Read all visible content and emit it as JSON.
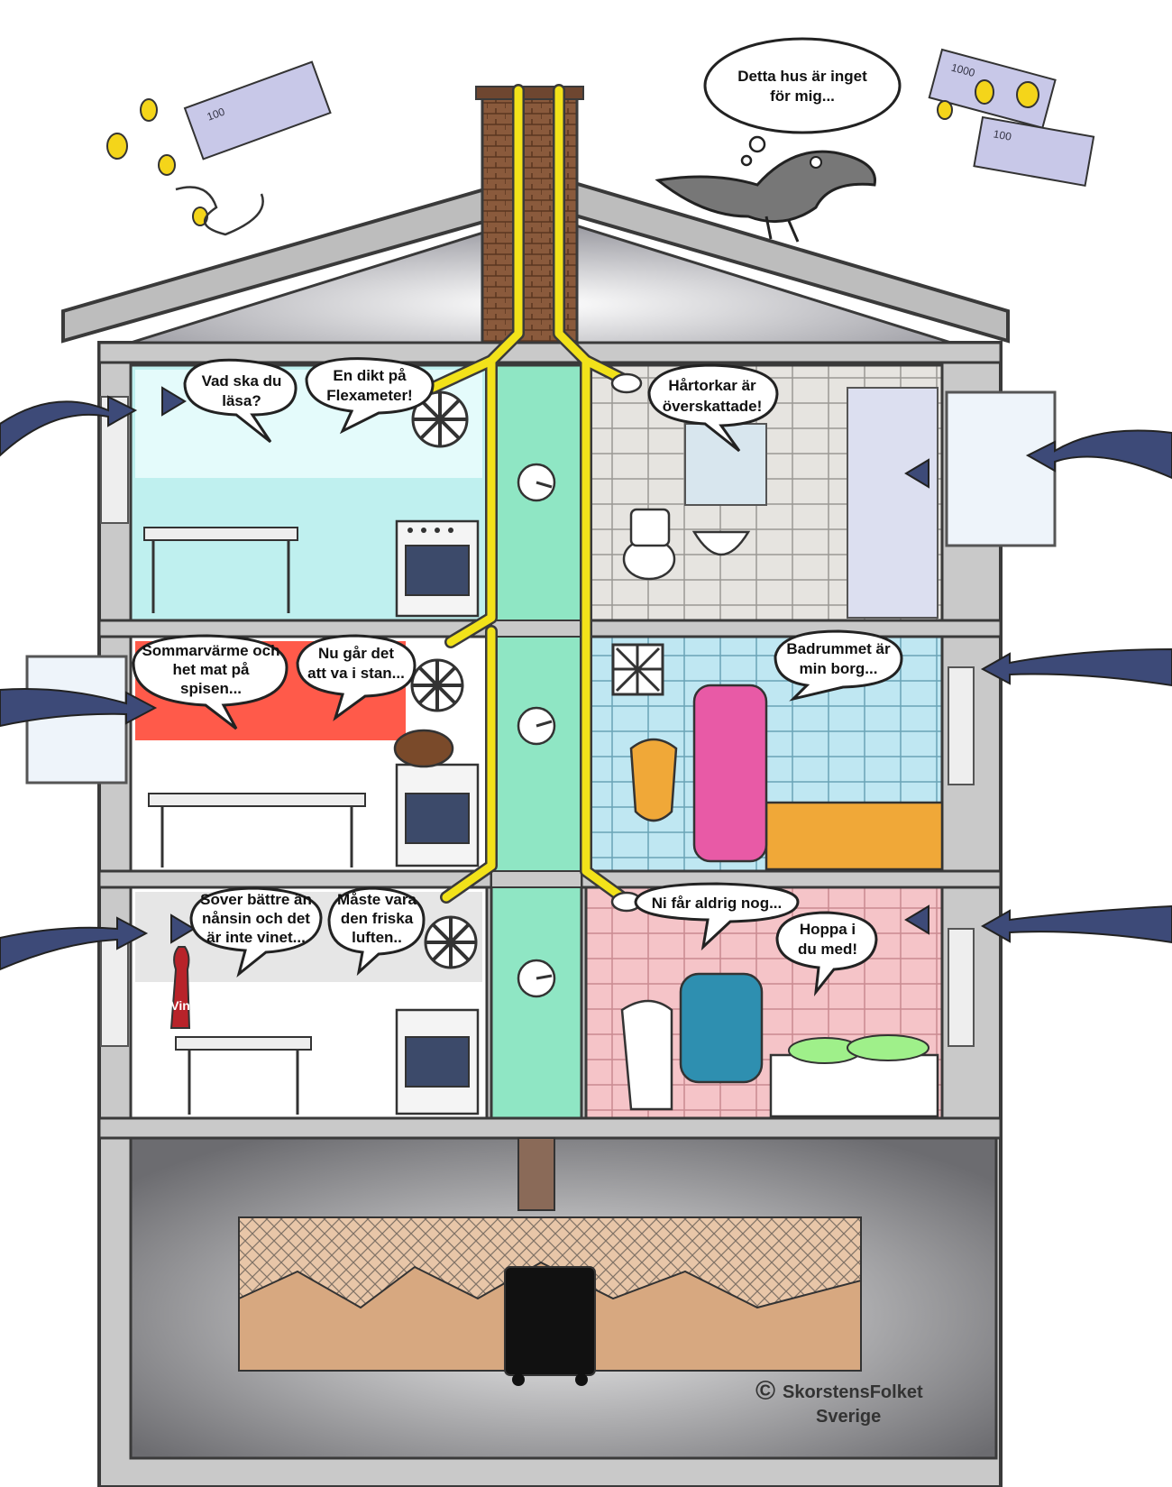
{
  "speech": {
    "crow": [
      "Detta hus är inget",
      "för mig..."
    ],
    "top_left_man": [
      "Vad ska du",
      "läsa?"
    ],
    "top_left_boy": [
      "En dikt på",
      "Flexameter!"
    ],
    "top_right_woman": [
      "Hårtorkar är",
      "överskattade!"
    ],
    "mid_left_woman": [
      "Sommarvärme och",
      "het mat på",
      "spisen..."
    ],
    "mid_left_man": [
      "Nu går det",
      "att va i stan..."
    ],
    "mid_right_man": [
      "Badrummet är",
      "min borg..."
    ],
    "bot_left_woman": [
      "Sover bättre än",
      "nånsin och det",
      "är inte vinet..."
    ],
    "bot_left_woman2": [
      "Måste vara",
      "den friska",
      "luften.."
    ],
    "bot_right_mother": [
      "Ni får aldrig nog..."
    ],
    "bot_right_kids": [
      "Hoppa i",
      "du med!"
    ]
  },
  "bills": [
    "1000",
    "100",
    "100"
  ],
  "wine_label": "Vin",
  "copyright": {
    "symbol": "©",
    "line1": "SkorstensFolket",
    "line2": "Sverige"
  },
  "colors": {
    "wall_gray": "#c9c9c9",
    "outline": "#3a3a3a",
    "chimney_brick": "#8a5a3c",
    "pipe_yellow": "#f2e21a",
    "shaft_green": "#8fe6c4",
    "wind_blue": "#3d4a78",
    "basement_dark": "#6a6a6a"
  }
}
